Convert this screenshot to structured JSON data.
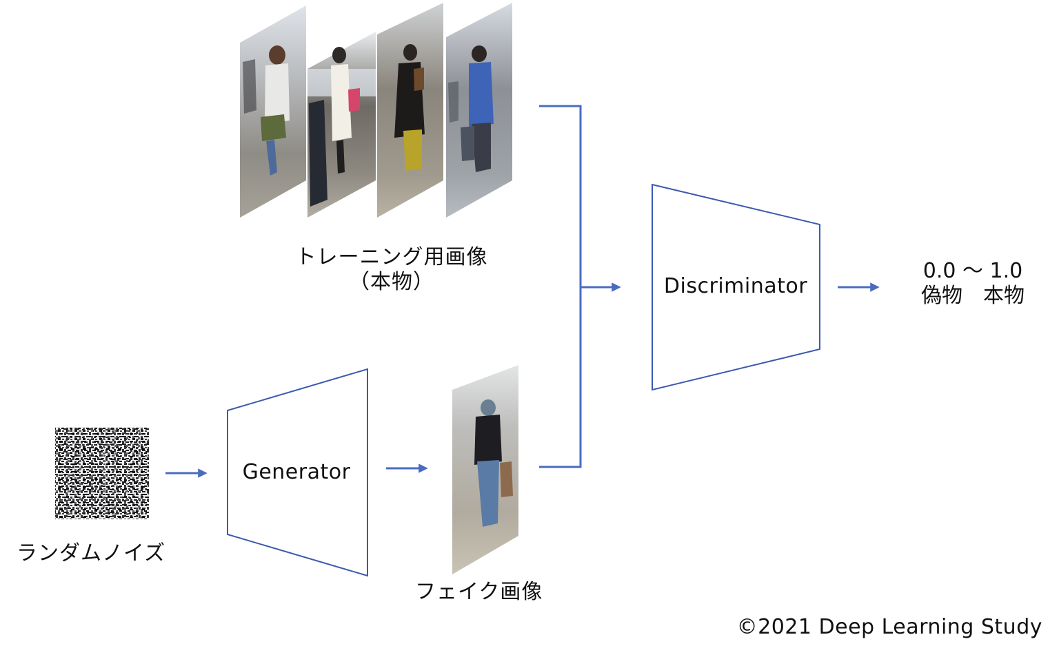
{
  "colors": {
    "line": "#4a6cc0",
    "shape_stroke": "#3b5ab0",
    "text": "#111111"
  },
  "training": {
    "label_line1": "トレーニング用画像",
    "label_line2": "（本物）"
  },
  "noise": {
    "label": "ランダムノイズ"
  },
  "generator": {
    "label": "Generator"
  },
  "fake": {
    "label": "フェイク画像"
  },
  "discriminator": {
    "label": "Discriminator"
  },
  "output": {
    "range": "0.0 〜 1.0",
    "meaning": "偽物　本物"
  },
  "footer": {
    "copyright": "©2021 Deep Learning Study"
  }
}
